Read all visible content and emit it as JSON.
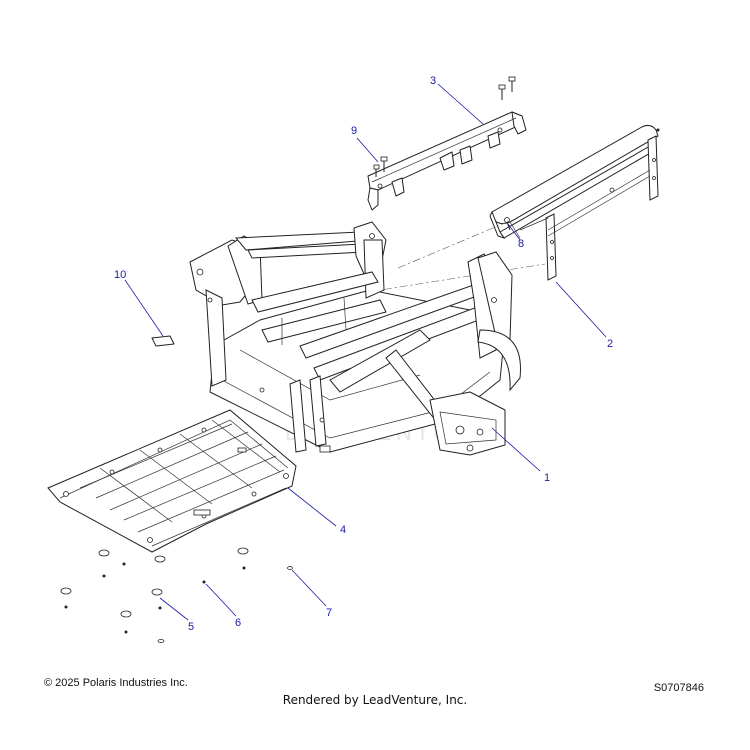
{
  "diagram": {
    "callouts": [
      {
        "id": "c1",
        "label": "1"
      },
      {
        "id": "c2",
        "label": "2"
      },
      {
        "id": "c3",
        "label": "3"
      },
      {
        "id": "c4",
        "label": "4"
      },
      {
        "id": "c5",
        "label": "5"
      },
      {
        "id": "c6",
        "label": "6"
      },
      {
        "id": "c7",
        "label": "7"
      },
      {
        "id": "c8",
        "label": "8"
      },
      {
        "id": "c9",
        "label": "9"
      },
      {
        "id": "c10",
        "label": "10"
      }
    ],
    "watermark": "LEADVENTURE"
  },
  "footer": {
    "copyright": "© 2025 Polaris Industries Inc.",
    "rendered_by": "Rendered by LeadVenture, Inc.",
    "diagram_code": "S0707846"
  },
  "colors": {
    "callout": "#1a1aa8",
    "line": "#222222",
    "background": "#ffffff"
  }
}
